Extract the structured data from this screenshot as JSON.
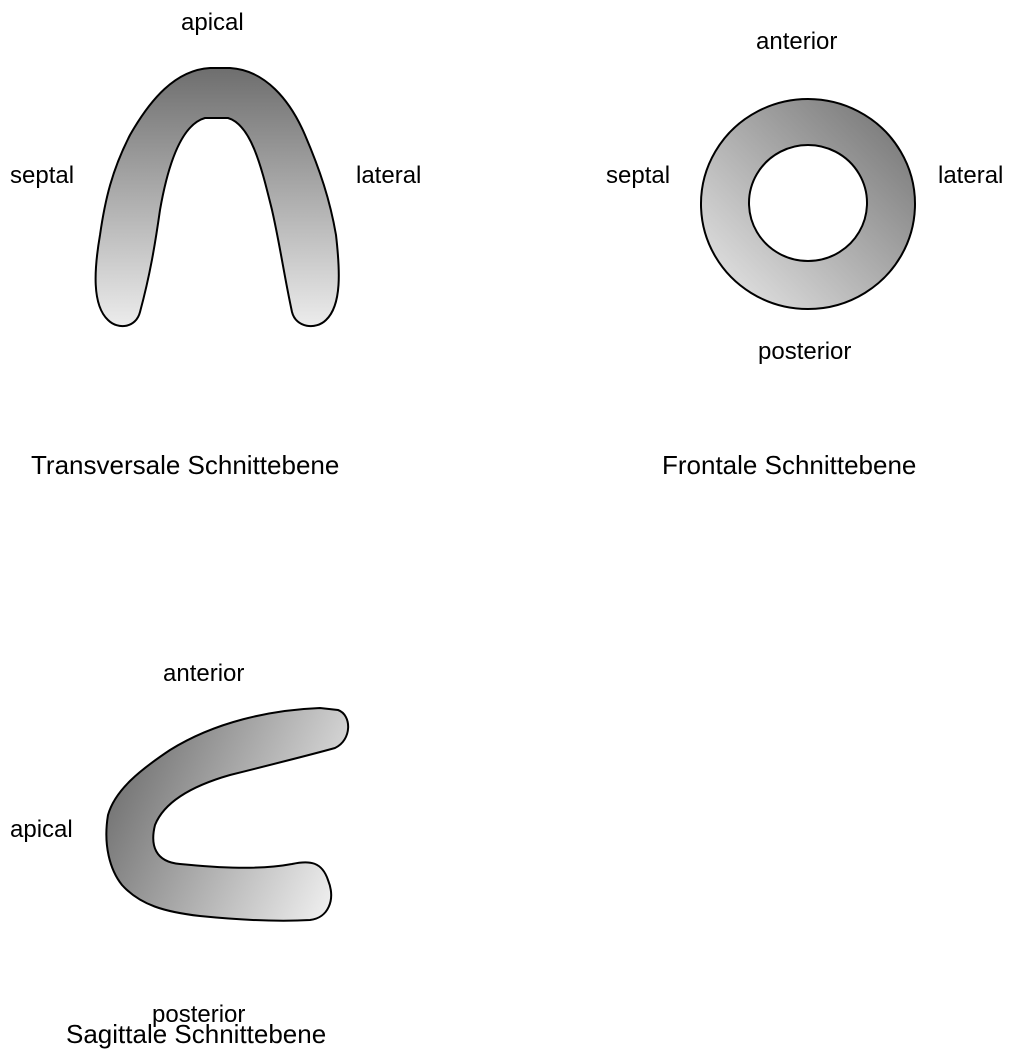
{
  "panels": {
    "transversal": {
      "caption": "Transversale Schnittebene",
      "labels": {
        "top": "apical",
        "left": "septal",
        "right": "lateral"
      }
    },
    "frontal": {
      "caption": "Frontale Schnittebene",
      "labels": {
        "top": "anterior",
        "left": "septal",
        "right": "lateral",
        "bottom": "posterior"
      }
    },
    "sagittal": {
      "caption": "Sagittale Schnittebene",
      "labels": {
        "top": "anterior",
        "left": "apical",
        "bottom": "posterior"
      }
    }
  },
  "colors": {
    "shape_dark": "#6e6e6e",
    "shape_light": "#ececec",
    "outline": "#000000",
    "background": "#ffffff"
  }
}
